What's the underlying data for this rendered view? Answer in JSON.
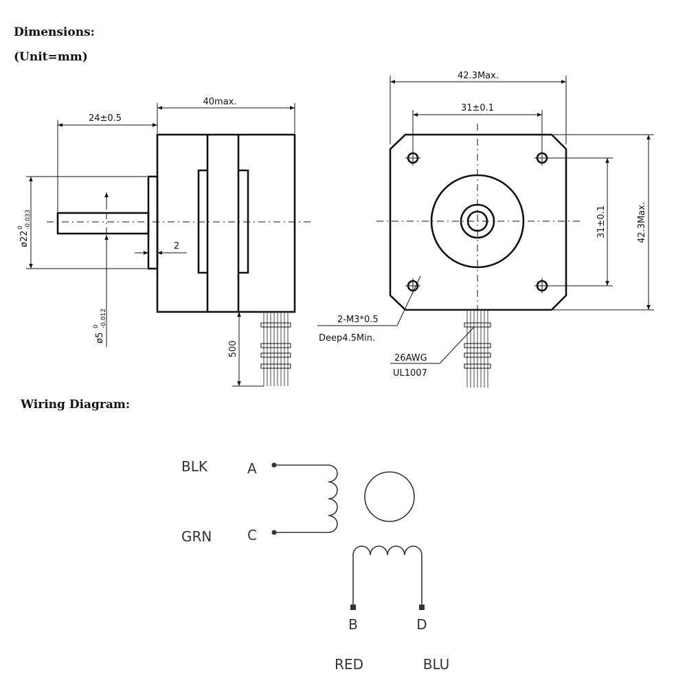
{
  "headings": {
    "dimensions": "Dimensions:",
    "unit": "(Unit=mm)",
    "wiring": "Wiring Diagram:"
  },
  "side_view": {
    "shaft_length": "24±0.5",
    "body_length": "40max.",
    "flange_thickness": "2",
    "cable_length": "500",
    "boss_diameter": "ø22",
    "boss_tol_upper": "0",
    "boss_tol_lower": "-0.033",
    "shaft_diameter": "ø5",
    "shaft_tol_upper": "0",
    "shaft_tol_lower": "-0.012"
  },
  "front_view": {
    "width_max": "42.3Max.",
    "hole_spacing_h": "31±0.1",
    "hole_spacing_v": "31±0.1",
    "height_max": "42.3Max.",
    "hole_note_1": "2-M3*0.5",
    "hole_note_2": "Deep4.5Min.",
    "wire_note_1": "26AWG",
    "wire_note_2": "UL1007"
  },
  "wiring": {
    "terminals": [
      {
        "color": "BLK",
        "pin": "A"
      },
      {
        "color": "GRN",
        "pin": "C"
      },
      {
        "color": "RED",
        "pin": "B"
      },
      {
        "color": "BLU",
        "pin": "D"
      }
    ]
  }
}
